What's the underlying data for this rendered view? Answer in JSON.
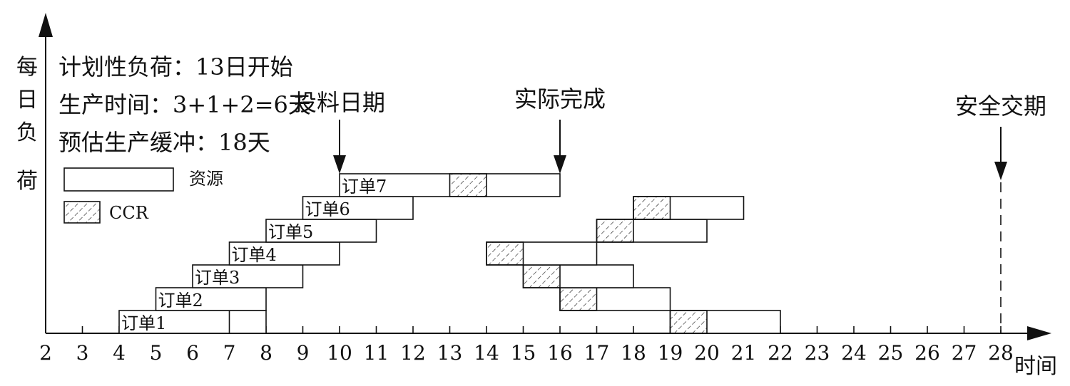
{
  "y_axis_label": [
    "每",
    "日",
    "负",
    "荷"
  ],
  "x_axis_label": "时间",
  "info_lines": [
    "计划性负荷：13日开始",
    "生产时间：3+1+2=6天",
    "预估生产缓冲：18天"
  ],
  "legend": {
    "resource": "资源",
    "ccr": "CCR"
  },
  "markers": {
    "release": {
      "label": "投料日期",
      "day": 10
    },
    "actual": {
      "label": "实际完成",
      "day": 16
    },
    "safe": {
      "label": "安全交期",
      "day": 28
    }
  },
  "chart_data": {
    "type": "gantt",
    "x_ticks": [
      2,
      3,
      4,
      5,
      6,
      7,
      8,
      9,
      10,
      11,
      12,
      13,
      14,
      15,
      16,
      17,
      18,
      19,
      20,
      21,
      22,
      23,
      24,
      25,
      26,
      27,
      28
    ],
    "xlim": [
      2,
      28
    ],
    "left_orders": [
      {
        "label": "订单1",
        "row": 1,
        "start": 4,
        "divider": 7,
        "end": 8
      },
      {
        "label": "订单2",
        "row": 2,
        "start": 5,
        "divider": null,
        "end": 8
      },
      {
        "label": "订单3",
        "row": 3,
        "start": 6,
        "divider": null,
        "end": 9
      },
      {
        "label": "订单4",
        "row": 4,
        "start": 7,
        "divider": null,
        "end": 10
      },
      {
        "label": "订单5",
        "row": 5,
        "start": 8,
        "divider": null,
        "end": 11
      },
      {
        "label": "订单6",
        "row": 6,
        "start": 9,
        "divider": null,
        "end": 12
      },
      {
        "label": "订单7",
        "row": 7,
        "start": 10,
        "divider": null,
        "end": 16,
        "ccr_start": 13,
        "ccr_end": 14
      }
    ],
    "right_bars": [
      {
        "row": 1,
        "start": 19,
        "end": 22,
        "ccr_start": 19,
        "ccr_end": 20
      },
      {
        "row": 2,
        "start": 16,
        "end": 19,
        "ccr_start": 16,
        "ccr_end": 17
      },
      {
        "row": 3,
        "start": 15,
        "end": 18,
        "ccr_start": 15,
        "ccr_end": 16
      },
      {
        "row": 4,
        "start": 14,
        "end": 17,
        "ccr_start": 14,
        "ccr_end": 15
      },
      {
        "row": 5,
        "start": 17,
        "end": 20,
        "ccr_start": 17,
        "ccr_end": 18
      },
      {
        "row": 6,
        "start": 18,
        "end": 21,
        "ccr_start": 18,
        "ccr_end": 19
      }
    ]
  }
}
